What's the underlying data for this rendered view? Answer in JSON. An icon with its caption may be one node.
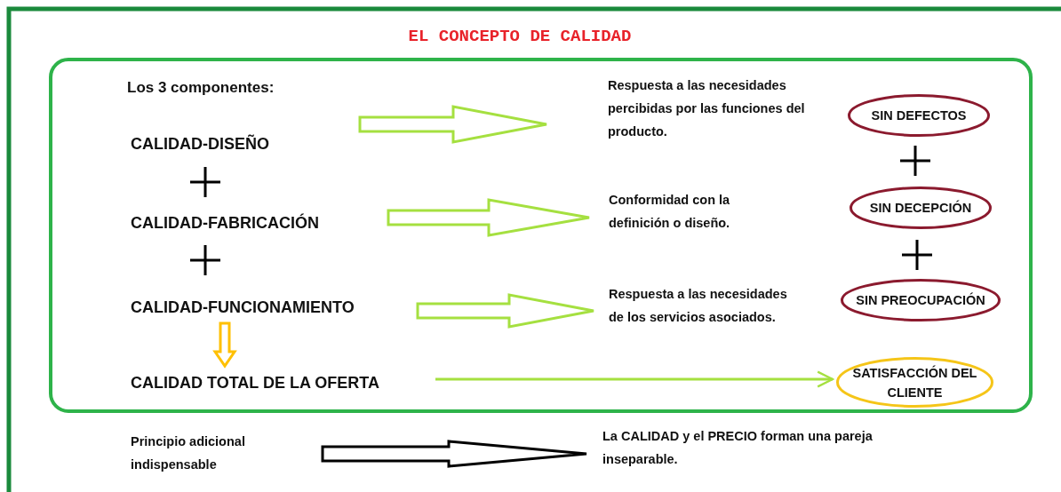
{
  "diagram": {
    "title": "EL CONCEPTO DE CALIDAD",
    "nodes": [
      {
        "text": [],
        "shape": "box"
      },
      {
        "text": [
          "CALIDAD-DISEÑO"
        ],
        "in": 0
      },
      {
        "text": [
          "Respuesta a las necesidades percibidas por las funciones del producto."
        ],
        "in": 0
      },
      {
        "text": [
          "CALIDAD-FABRICACIÓN"
        ],
        "in": 0
      },
      {
        "text": [
          "Conformidad con la definición o diseño."
        ],
        "in": 0
      },
      {
        "text": [
          "CALIDAD-FUNCIONAMIENTO"
        ],
        "in": 0
      },
      {
        "text": [
          "Respuesta a las necesidades de los servicios asociados."
        ],
        "in": 0
      },
      {
        "text": [
          "CALIDAD TOTAL DE LA OFERTA"
        ],
        "in": 0
      },
      {
        "text": [
          "SIN DEFECTOS"
        ],
        "in": 0
      },
      {
        "text": [
          "SIN DECEPCIÓN"
        ],
        "in": 0
      },
      {
        "text": [
          "SIN PREOCUPACIÓN"
        ],
        "in": 0
      },
      {
        "text": [
          "SATISFACCIÓN DEL CLIENTE"
        ],
        "in": 0
      },
      {
        "text": [
          "Principio adicional indispensable"
        ]
      },
      {
        "text": [
          "La CALIDAD y el PRECIO forman una pareja inseparable."
        ]
      }
    ],
    "edges": [
      {
        "from": 1,
        "to": 2,
        "arrow": "to",
        "style": "thick"
      },
      {
        "from": 3,
        "to": 4,
        "arrow": "to",
        "style": "thick"
      },
      {
        "from": 5,
        "to": 6,
        "arrow": "to",
        "style": "thick"
      },
      {
        "from": 5,
        "to": 7,
        "arrow": "to",
        "style": "thick",
        "color": "#ffc000"
      },
      {
        "from": 7,
        "to": 11,
        "arrow": "to"
      },
      {
        "from": 12,
        "to": 13,
        "arrow": "to",
        "style": "thick",
        "color": "#000000"
      }
    ],
    "labels": [
      "Los 3 componentes:"
    ]
  }
}
